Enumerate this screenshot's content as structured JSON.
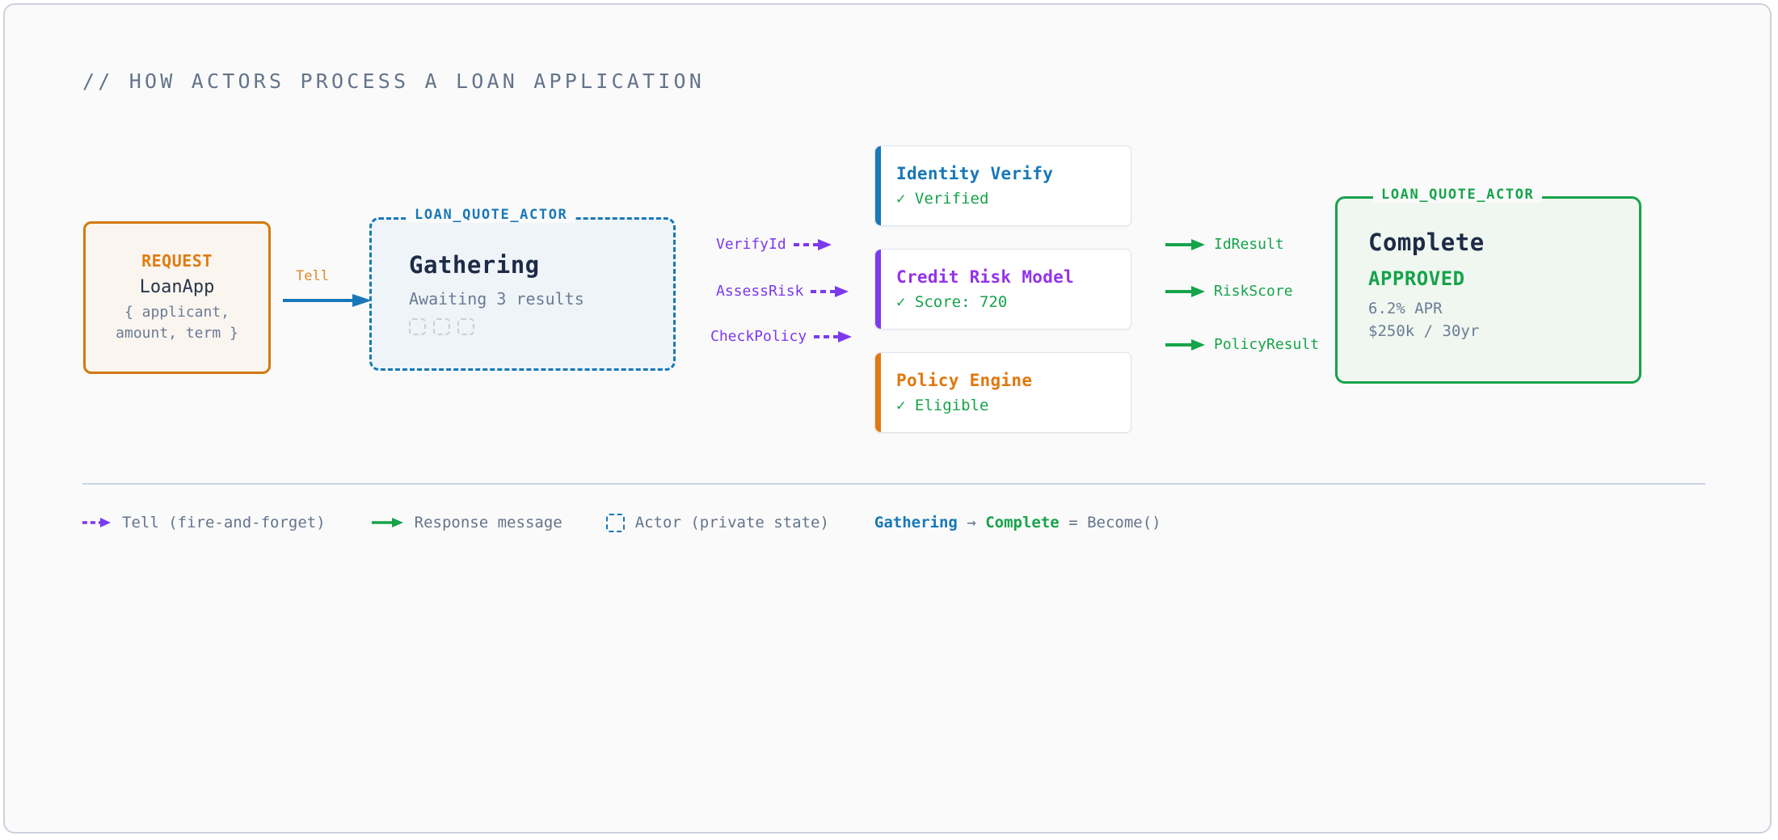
{
  "title": "// HOW ACTORS PROCESS A LOAN APPLICATION",
  "request": {
    "kind": "REQUEST",
    "type": "LoanApp",
    "payload_line1": "{ applicant,",
    "payload_line2": "amount, term }"
  },
  "tell_edge": {
    "label": "Tell"
  },
  "gathering_actor": {
    "tag": "LOAN_QUOTE_ACTOR",
    "state": "Gathering",
    "substate": "Awaiting 3 results",
    "pending_slots": 3
  },
  "tell_messages": [
    {
      "label": "VerifyId"
    },
    {
      "label": "AssessRisk"
    },
    {
      "label": "CheckPolicy"
    }
  ],
  "workers": [
    {
      "title": "Identity Verify",
      "result": "✓ Verified",
      "accent": "#1878b8"
    },
    {
      "title": "Credit Risk Model",
      "result": "✓ Score: 720",
      "accent": "#7c3aed"
    },
    {
      "title": "Policy Engine",
      "result": "✓ Eligible",
      "accent": "#e0780e"
    }
  ],
  "response_messages": [
    {
      "label": "IdResult"
    },
    {
      "label": "RiskScore"
    },
    {
      "label": "PolicyResult"
    }
  ],
  "complete_actor": {
    "tag": "LOAN_QUOTE_ACTOR",
    "state": "Complete",
    "decision": "APPROVED",
    "terms_line1": "6.2% APR",
    "terms_line2": "$250k / 30yr"
  },
  "legend": {
    "tell": "Tell (fire-and-forget)",
    "response": "Response message",
    "actor": "Actor (private state)",
    "become_from": "Gathering",
    "become_arrow": "→",
    "become_to": "Complete",
    "become_eq": "= Become()"
  },
  "colors": {
    "blue": "#1878b8",
    "purple": "#7c3aed",
    "orange": "#e0780e",
    "green": "#16a34a",
    "navy": "#1d2b47",
    "muted": "#64748b"
  }
}
